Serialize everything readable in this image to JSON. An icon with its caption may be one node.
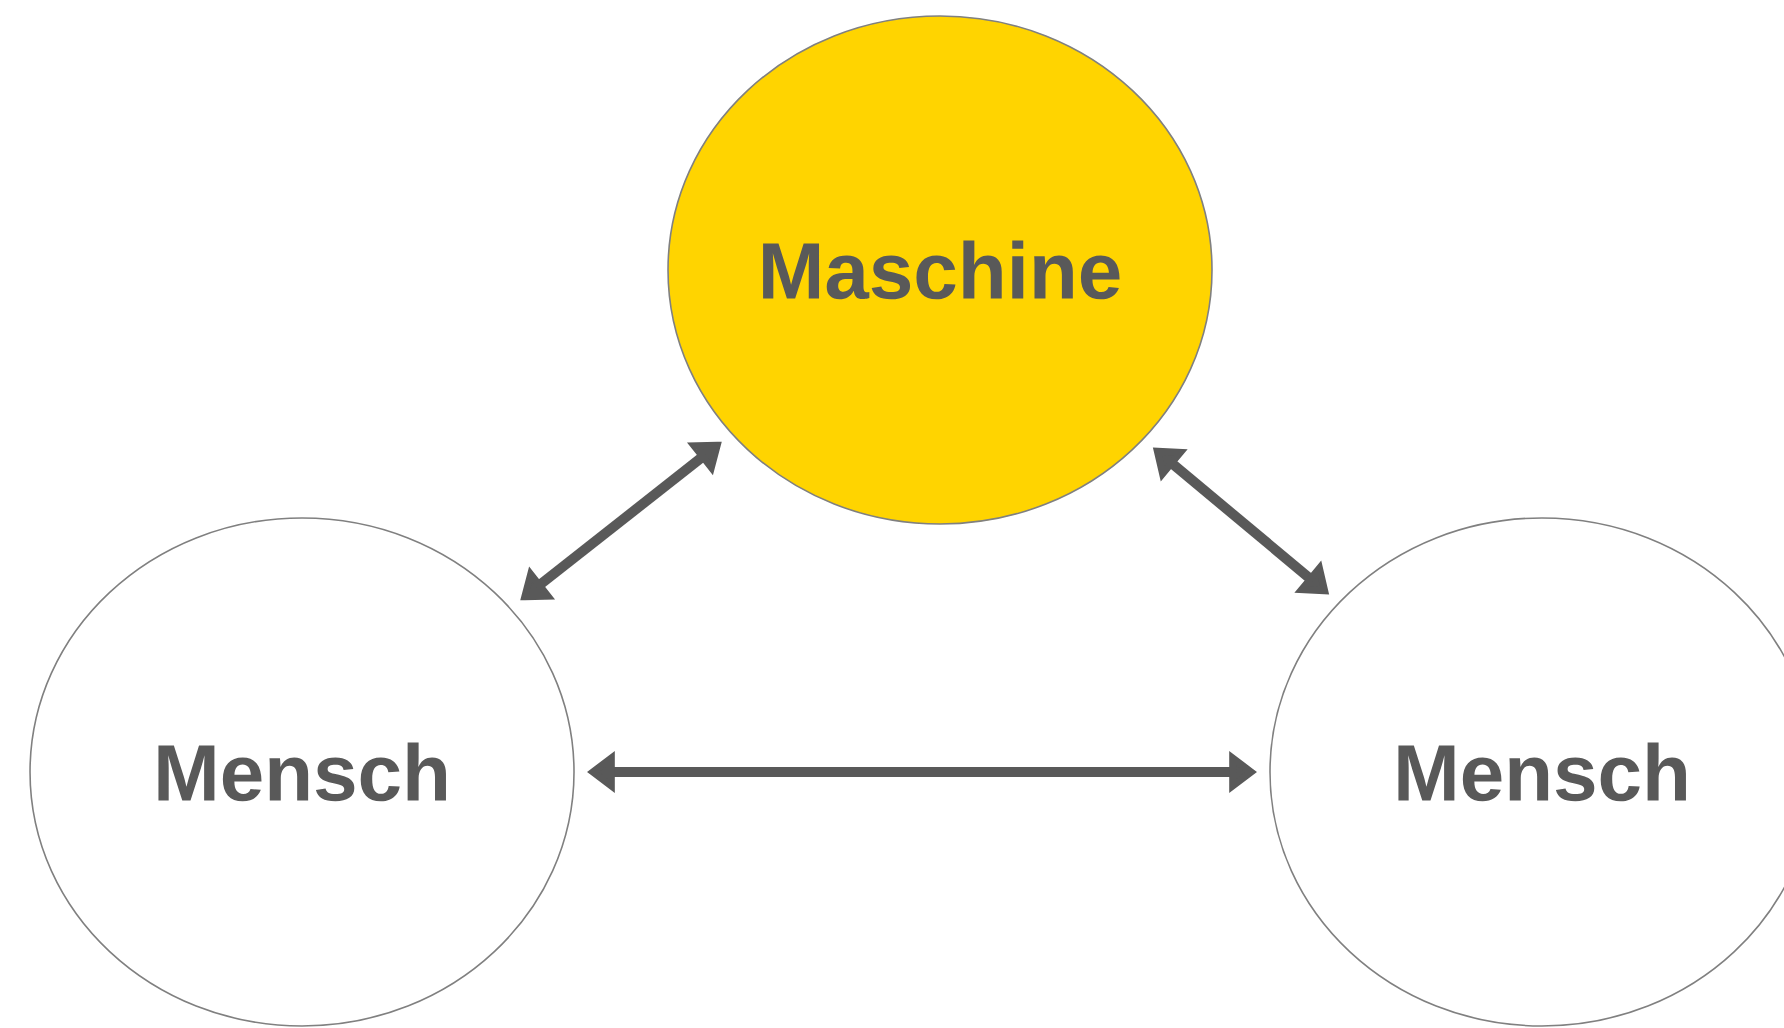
{
  "diagram": {
    "nodes": [
      {
        "text": [
          "Maschine"
        ]
      },
      {
        "text": [
          "Mensch"
        ]
      },
      {
        "text": [
          "Mensch"
        ]
      }
    ],
    "edges": [
      {
        "from": 1,
        "to": 0,
        "arrow": "both"
      },
      {
        "from": 0,
        "to": 2,
        "arrow": "both"
      },
      {
        "from": 1,
        "to": 2,
        "arrow": "both"
      }
    ]
  }
}
